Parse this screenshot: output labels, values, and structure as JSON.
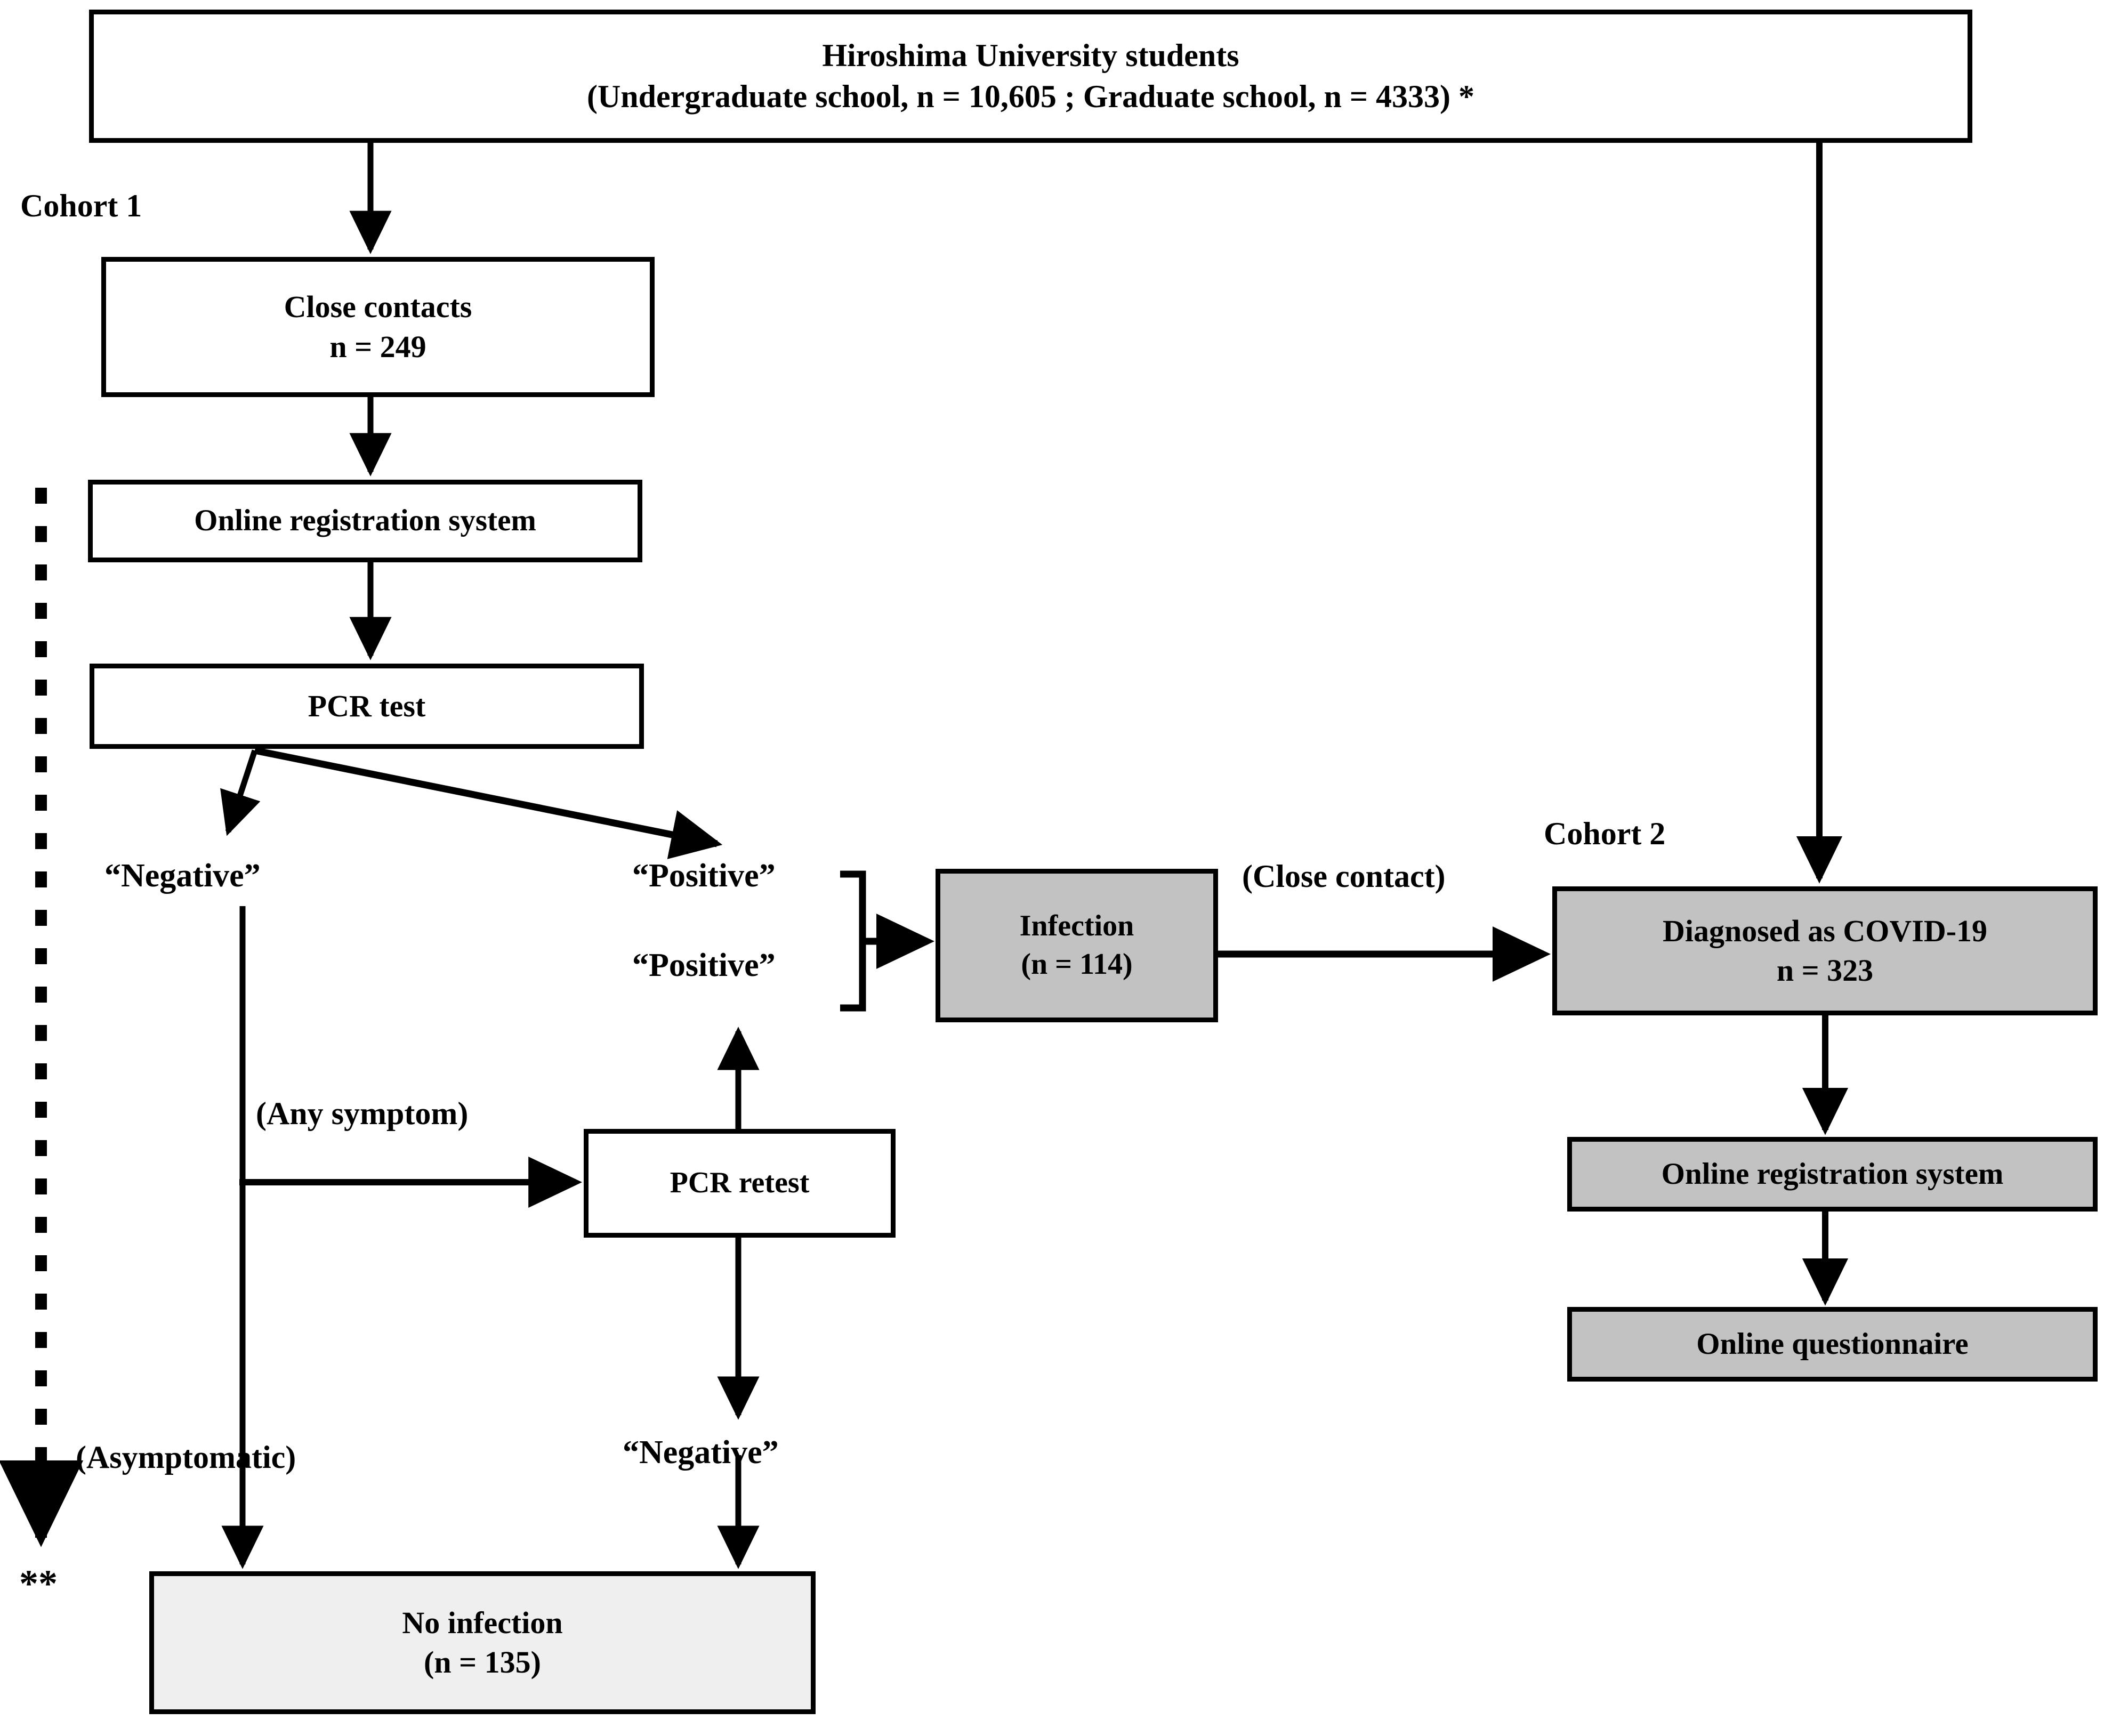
{
  "figure": {
    "type": "flowchart",
    "subject": "COVID-19 study enrolment flow (Hiroshima University students)",
    "footnote_markers": [
      "*",
      "**"
    ],
    "colors": {
      "stroke": "#000000",
      "box_white": "#ffffff",
      "box_gray": "#c2c2c2",
      "box_lightgray": "#efefef",
      "text": "#000000"
    }
  },
  "nodes": {
    "source": {
      "line1": "Hiroshima University students",
      "line2": "(Undergraduate school, n = 10,605  ; Graduate school, n = 4333) *",
      "fill": "white"
    },
    "close_contacts": {
      "line1": "Close contacts",
      "line2": "n = 249",
      "fill": "white"
    },
    "online_registration_1": {
      "line1": "Online registration system",
      "fill": "white"
    },
    "pcr_test": {
      "line1": "PCR test",
      "fill": "white"
    },
    "pcr_retest": {
      "line1": "PCR retest",
      "fill": "white"
    },
    "infection": {
      "line1": "Infection",
      "line2": "(n = 114)",
      "fill": "gray"
    },
    "diagnosed_covid": {
      "line1": "Diagnosed as COVID-19",
      "line2": "n = 323",
      "fill": "gray"
    },
    "online_registration_2": {
      "line1": "Online registration system",
      "fill": "gray"
    },
    "online_questionnaire": {
      "line1": "Online questionnaire",
      "fill": "gray"
    },
    "no_infection": {
      "line1": "No infection",
      "line2": "(n = 135)",
      "fill": "lightgray"
    }
  },
  "labels": {
    "cohort1": "Cohort 1",
    "cohort2": "Cohort 2",
    "result_negative_top": "“Negative”",
    "result_positive_upper": "“Positive”",
    "result_positive_lower": "“Positive”",
    "edge_close_contact": "(Close contact)",
    "edge_any_symptom": "(Any symptom)",
    "edge_asymptomatic": "(Asymptomatic)",
    "result_negative_retest": "“Negative”",
    "footnote_double_asterisk": "**"
  },
  "edges": [
    {
      "from": "source",
      "to": "close_contacts",
      "style": "solid-arrow"
    },
    {
      "from": "source",
      "to": "diagnosed_covid",
      "style": "solid-arrow"
    },
    {
      "from": "close_contacts",
      "to": "online_registration_1",
      "style": "solid-arrow"
    },
    {
      "from": "online_registration_1",
      "to": "pcr_test",
      "style": "solid-arrow"
    },
    {
      "from": "pcr_test",
      "to": "result_negative_top",
      "style": "solid-arrow-diagonal"
    },
    {
      "from": "pcr_test",
      "to": "result_positive_upper",
      "style": "solid-arrow-diagonal"
    },
    {
      "from": "result_positive_group",
      "to": "infection",
      "style": "brace-arrow"
    },
    {
      "from": "infection",
      "to": "diagnosed_covid",
      "style": "solid-arrow",
      "label": "(Close contact)"
    },
    {
      "from": "result_negative_top",
      "to": "pcr_retest",
      "style": "solid-arrow",
      "label": "(Any symptom)"
    },
    {
      "from": "pcr_retest",
      "to": "result_positive_lower",
      "style": "solid-arrow-up"
    },
    {
      "from": "result_negative_top",
      "to": "no_infection",
      "style": "solid-arrow",
      "label": "(Asymptomatic)"
    },
    {
      "from": "pcr_retest",
      "to": "no_infection",
      "style": "solid-arrow",
      "label": "“Negative”"
    },
    {
      "from": "online_registration_1",
      "to": "footnote_double_asterisk",
      "style": "dashed-arrow"
    },
    {
      "from": "diagnosed_covid",
      "to": "online_registration_2",
      "style": "solid-arrow"
    },
    {
      "from": "online_registration_2",
      "to": "online_questionnaire",
      "style": "solid-arrow"
    }
  ]
}
